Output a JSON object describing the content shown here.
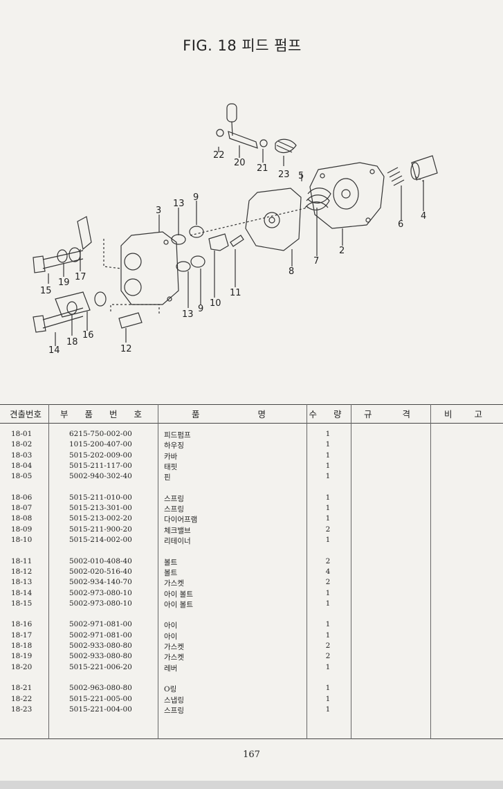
{
  "title": "FIG. 18 피드 펌프",
  "diagram_labels": [
    "22",
    "20",
    "21",
    "23",
    "5",
    "4",
    "6",
    "2",
    "7",
    "8",
    "3",
    "13",
    "9",
    "11",
    "10",
    "9",
    "13",
    "15",
    "19",
    "17",
    "14",
    "18",
    "16",
    "12"
  ],
  "table": {
    "headers": [
      "견출번호",
      "부 품 번 호",
      "품 명",
      "수 량",
      "규 격",
      "비 고"
    ],
    "rows": [
      {
        "no": "18-01",
        "part": "6215-750-002-00",
        "name": "피드펌프",
        "qty": "1"
      },
      {
        "no": "18-02",
        "part": "1015-200-407-00",
        "name": "하우징",
        "qty": "1"
      },
      {
        "no": "18-03",
        "part": "5015-202-009-00",
        "name": "카바",
        "qty": "1"
      },
      {
        "no": "18-04",
        "part": "5015-211-117-00",
        "name": "태핏",
        "qty": "1"
      },
      {
        "no": "18-05",
        "part": "5002-940-302-40",
        "name": "핀",
        "qty": "1"
      },
      {
        "no": "18-06",
        "part": "5015-211-010-00",
        "name": "스프링",
        "qty": "1"
      },
      {
        "no": "18-07",
        "part": "5015-213-301-00",
        "name": "스프링",
        "qty": "1"
      },
      {
        "no": "18-08",
        "part": "5015-213-002-20",
        "name": "다이어프램",
        "qty": "1"
      },
      {
        "no": "18-09",
        "part": "5015-211-900-20",
        "name": "체크밸브",
        "qty": "2"
      },
      {
        "no": "18-10",
        "part": "5015-214-002-00",
        "name": "리테이너",
        "qty": "1"
      },
      {
        "no": "18-11",
        "part": "5002-010-408-40",
        "name": "볼트",
        "qty": "2"
      },
      {
        "no": "18-12",
        "part": "5002-020-516-40",
        "name": "볼트",
        "qty": "4"
      },
      {
        "no": "18-13",
        "part": "5002-934-140-70",
        "name": "가스켓",
        "qty": "2"
      },
      {
        "no": "18-14",
        "part": "5002-973-080-10",
        "name": "아이 볼트",
        "qty": "1"
      },
      {
        "no": "18-15",
        "part": "5002-973-080-10",
        "name": "아이 볼트",
        "qty": "1"
      },
      {
        "no": "18-16",
        "part": "5002-971-081-00",
        "name": "아이",
        "qty": "1"
      },
      {
        "no": "18-17",
        "part": "5002-971-081-00",
        "name": "아이",
        "qty": "1"
      },
      {
        "no": "18-18",
        "part": "5002-933-080-80",
        "name": "가스켓",
        "qty": "2"
      },
      {
        "no": "18-19",
        "part": "5002-933-080-80",
        "name": "가스켓",
        "qty": "2"
      },
      {
        "no": "18-20",
        "part": "5015-221-006-20",
        "name": "레버",
        "qty": "1"
      },
      {
        "no": "18-21",
        "part": "5002-963-080-80",
        "name": "O링",
        "qty": "1"
      },
      {
        "no": "18-22",
        "part": "5015-221-005-00",
        "name": "스냅링",
        "qty": "1"
      },
      {
        "no": "18-23",
        "part": "5015-221-004-00",
        "name": "스프링",
        "qty": "1"
      }
    ]
  },
  "page_number": "167"
}
